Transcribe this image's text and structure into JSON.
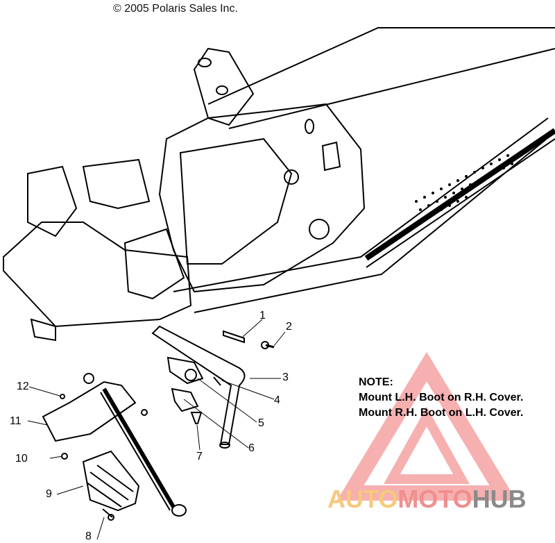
{
  "copyright": "© 2005 Polaris Sales Inc.",
  "note": {
    "heading": "NOTE:",
    "line1": "Mount L.H. Boot on R.H. Cover.",
    "line2": "Mount R.H. Boot on L.H. Cover."
  },
  "callouts": [
    "1",
    "2",
    "3",
    "4",
    "5",
    "6",
    "7",
    "8",
    "9",
    "10",
    "11",
    "12"
  ],
  "watermark": {
    "part1": "AUTO",
    "part2": "MOTO",
    "part3": "HUB",
    "colors": {
      "orange": "#f7c97a",
      "red": "#f08f8f",
      "gray": "#8a8a8a"
    }
  }
}
